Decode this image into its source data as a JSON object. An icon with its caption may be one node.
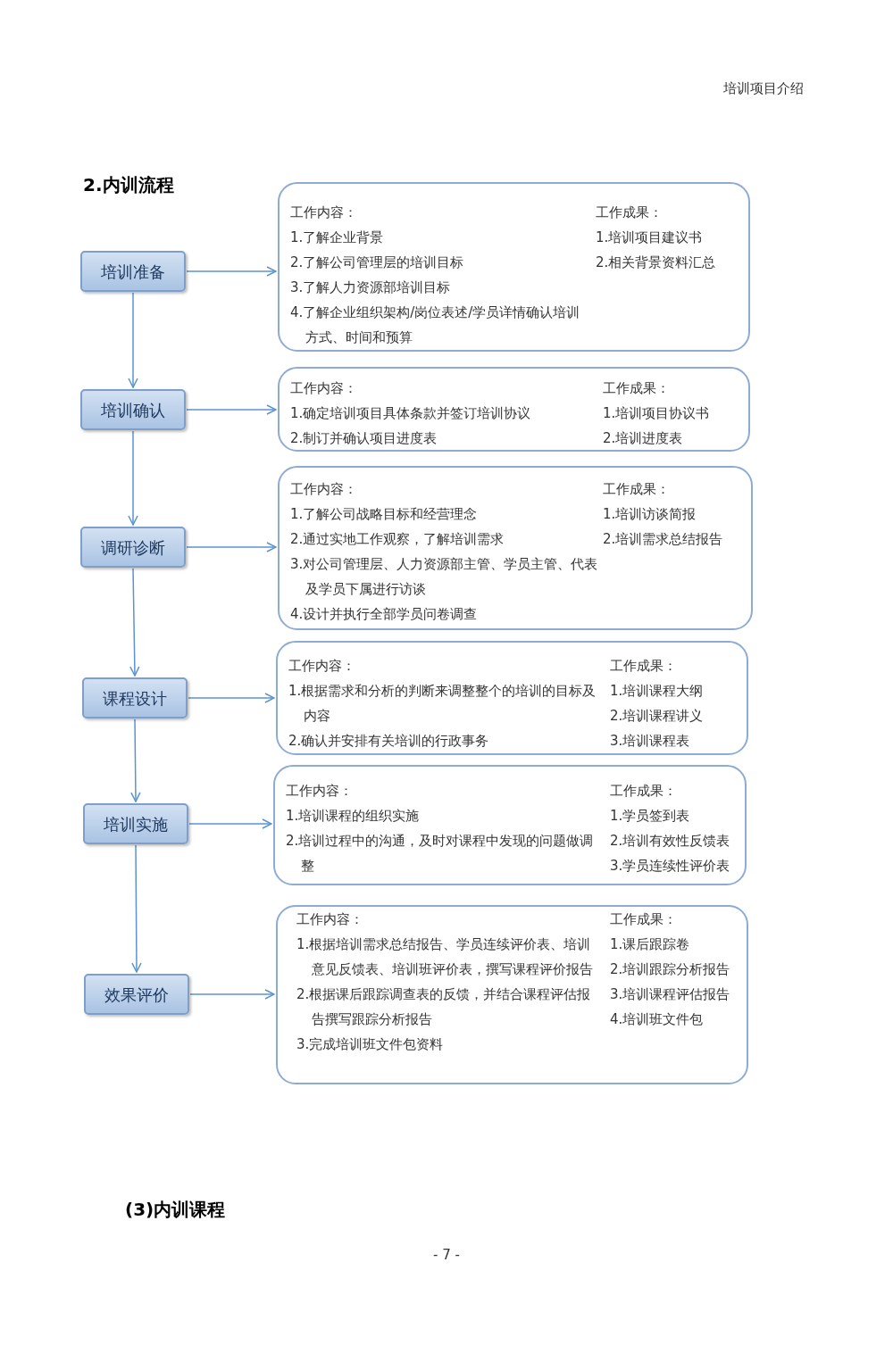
{
  "diagram": {
    "title": "2.内训流程",
    "nodes": [
      {
        "text": [
          "培训准备"
        ]
      },
      {
        "text": [],
        "shape": "box"
      },
      {
        "text": [
          "工作内容：",
          "1.了解企业背景",
          "2.了解公司管理层的培训目标",
          "3.了解人力资源部培训目标",
          "4.了解企业组织架构/岗位表述/学员详情确认培训方式、时间和预算"
        ],
        "in": 1
      },
      {
        "text": [
          "工作成果：",
          "1.培训项目建议书",
          "2.相关背景资料汇总"
        ],
        "in": 1
      },
      {
        "text": [
          "培训确认"
        ]
      },
      {
        "text": [],
        "shape": "box"
      },
      {
        "text": [
          "工作内容：",
          "1.确定培训项目具体条款并签订培训协议",
          "2.制订并确认项目进度表"
        ],
        "in": 5
      },
      {
        "text": [
          "工作成果：",
          "1.培训项目协议书",
          "2.培训进度表"
        ],
        "in": 5
      },
      {
        "text": [
          "调研诊断"
        ]
      },
      {
        "text": [],
        "shape": "box"
      },
      {
        "text": [
          "工作内容：",
          "1.了解公司战略目标和经营理念",
          "2.通过实地工作观察，了解培训需求",
          "3.对公司管理层、人力资源部主管、学员主管、代表及学员下属进行访谈",
          "4.设计并执行全部学员问卷调查"
        ],
        "in": 9
      },
      {
        "text": [
          "工作成果：",
          "1.培训访谈简报",
          "2.培训需求总结报告"
        ],
        "in": 9
      },
      {
        "text": [
          "课程设计"
        ]
      },
      {
        "text": [],
        "shape": "box"
      },
      {
        "text": [
          "工作内容：",
          "1.根据需求和分析的判断来调整整个的培训的目标及内容",
          "2.确认并安排有关培训的行政事务"
        ],
        "in": 13
      },
      {
        "text": [
          "工作成果：",
          "1.培训课程大纲",
          "2.培训课程讲义",
          "3.培训课程表"
        ],
        "in": 13
      },
      {
        "text": [
          "培训实施"
        ]
      },
      {
        "text": [],
        "shape": "box"
      },
      {
        "text": [
          "工作内容：",
          "1.培训课程的组织实施",
          "2.培训过程中的沟通，及时对课程中发现的问题做调整"
        ],
        "in": 17
      },
      {
        "text": [
          "工作成果：",
          "1.学员签到表",
          "2.培训有效性反馈表",
          "3.学员连续性评价表"
        ],
        "in": 17
      },
      {
        "text": [
          "效果评价"
        ]
      },
      {
        "text": [],
        "shape": "box"
      },
      {
        "text": [
          "工作内容：",
          "1.根据培训需求总结报告、学员连续评价表、培训意见反馈表、培训班评价表，撰写课程评价报告",
          "2.根据课后跟踪调查表的反馈，并结合课程评估报告撰写跟踪分析报告",
          "3.完成培训班文件包资料"
        ],
        "in": 21
      },
      {
        "text": [
          "工作成果：",
          "1.课后跟踪卷",
          "2.培训跟踪分析报告",
          "3.培训课程评估报告",
          "4.培训班文件包"
        ],
        "in": 21
      }
    ],
    "edges": [
      {
        "from": 0,
        "to": 1,
        "arrow": "to"
      },
      {
        "from": 0,
        "to": 4,
        "arrow": "to"
      },
      {
        "from": 4,
        "to": 5,
        "arrow": "to"
      },
      {
        "from": 4,
        "to": 8,
        "arrow": "to"
      },
      {
        "from": 8,
        "to": 9,
        "arrow": "to"
      },
      {
        "from": 8,
        "to": 12,
        "arrow": "to"
      },
      {
        "from": 12,
        "to": 13,
        "arrow": "to"
      },
      {
        "from": 12,
        "to": 16,
        "arrow": "to"
      },
      {
        "from": 16,
        "to": 17,
        "arrow": "to"
      },
      {
        "from": 16,
        "to": 20,
        "arrow": "to"
      },
      {
        "from": 20,
        "to": 21,
        "arrow": "to"
      }
    ],
    "labels": [
      "培训项目介绍",
      "(3)内训课程",
      "- 7 -"
    ]
  }
}
